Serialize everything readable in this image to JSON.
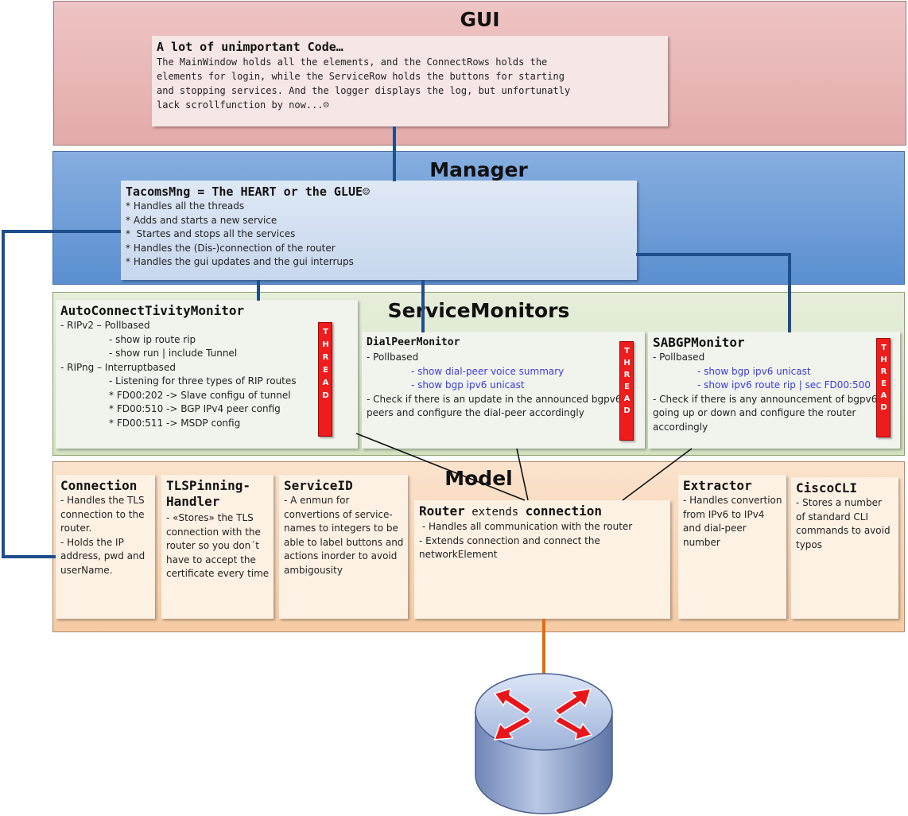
{
  "layers": {
    "gui": "GUI",
    "manager": "Manager",
    "service_monitors": "ServiceMonitors",
    "model": "Model"
  },
  "gui_box": {
    "title": "A lot of unimportant Code…",
    "lines": [
      "The MainWindow holds all the elements, and the ConnectRows holds the",
      "elements for login, while the ServiceRow holds the buttons for starting",
      "and stopping services. And the logger displays the log, but unfortunatly",
      "lack scrollfunction by now...☹"
    ]
  },
  "manager_box": {
    "title": "TacomsMng = The HEART or the GLUE☺",
    "lines": [
      "* Handles all the threads",
      "* Adds and starts a new service",
      "*  Startes and stops all the services",
      "* Handles the (Dis-)connection of the router",
      "* Handles the gui updates and the gui interrups"
    ]
  },
  "thread_label": "THREAD",
  "monitors": {
    "auto": {
      "title": "AutoConnectTivityMonitor",
      "lines": [
        "- RIPv2 – Pollbased",
        "                - show ip route rip",
        "                - show run | include Tunnel",
        "- RIPng – Interruptbased",
        "                - Listening for three types of RIP routes",
        "                * FD00:202 -> Slave configu of tunnel",
        "                * FD00:510 -> BGP IPv4 peer config",
        "                * FD00:511 -> MSDP config"
      ]
    },
    "dialpeer": {
      "title": "DialPeerMonitor",
      "line1": "- Pollbased",
      "cmd1": "- show dial-peer voice summary",
      "cmd2": "- show bgp ipv6 unicast",
      "line4": "- Check if there is an update in the announced bgpv6",
      "line5": "peers and configure the dial-peer accordingly"
    },
    "sabgp": {
      "title": "SABGPMonitor",
      "line1": "- Pollbased",
      "cmd1": "- show bgp ipv6 unicast",
      "cmd2": "- show ipv6 route rip | sec FD00:500",
      "line4": "- Check if there is any announcement of bgpv6",
      "line5": "going up or down and configure the router",
      "line6": "accordingly"
    }
  },
  "model": {
    "connection": {
      "title": "Connection",
      "lines": [
        "- Handles the TLS",
        "connection to the",
        "router.",
        "- Holds the IP",
        "address, pwd and",
        "userName."
      ]
    },
    "tls": {
      "title1": "TLSPinning-",
      "title2": "Handler",
      "lines": [
        "- «Stores» the TLS",
        "connection with the",
        "router so you don´t",
        "have to accept the",
        "certificate every time"
      ]
    },
    "serviceid": {
      "title": "ServiceID",
      "lines": [
        "- A enmun for",
        "convertions of service-",
        "names to integers to be",
        "able to label buttons and",
        "actions inorder to avoid",
        "ambigousity"
      ]
    },
    "router": {
      "title_a": "Router",
      "title_b": " extends ",
      "title_c": "connection",
      "lines": [
        " - Handles all communication with the router",
        "- Extends connection and connect the",
        "networkElement"
      ]
    },
    "extractor": {
      "title": "Extractor",
      "lines": [
        "- Handles convertion",
        "from IPv6 to IPv4",
        "and dial-peer",
        "number"
      ]
    },
    "ciscocli": {
      "title": "CiscoCLI",
      "lines": [
        "- Stores a number",
        "of standard CLI",
        "commands to avoid",
        "typos"
      ]
    }
  },
  "colors": {
    "connector": "#1f4e8c",
    "router_link": "#e46c0a",
    "thread": "#ee1c1c",
    "command_link": "#3b3bdf"
  }
}
